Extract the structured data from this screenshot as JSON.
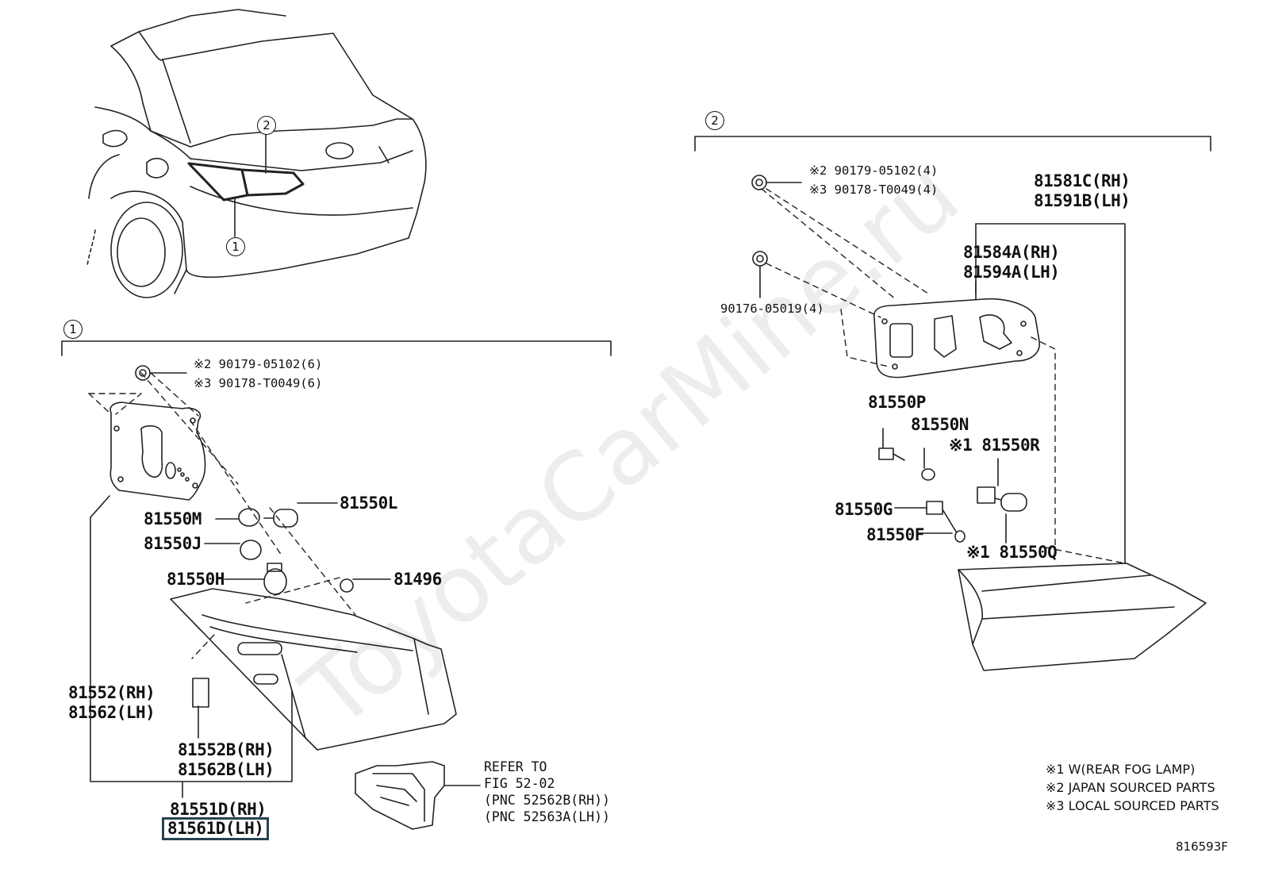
{
  "watermark": "ToyotaCarMine.ru",
  "callouts": {
    "overview_1": "1",
    "overview_2": "2",
    "section_1": "1",
    "section_2": "2"
  },
  "section1": {
    "screw_note_jp": "※2 90179-05102(6)",
    "screw_note_local": "※3 90178-T0049(6)",
    "p_81550L": "81550L",
    "p_81550M": "81550M",
    "p_81550J": "81550J",
    "p_81550H": "81550H",
    "p_81496": "81496",
    "p_81552_rh": "81552(RH)",
    "p_81562_lh": "81562(LH)",
    "p_81552B_rh": "81552B(RH)",
    "p_81562B_lh": "81562B(LH)",
    "p_81551D_rh": "81551D(RH)",
    "p_81561D_lh": "81561D(LH)",
    "refer_lines": [
      "REFER TO",
      "FIG 52-02",
      "(PNC 52562B(RH))",
      "(PNC 52563A(LH))"
    ]
  },
  "section2": {
    "screw_note_jp": "※2 90179-05102(4)",
    "screw_note_local": "※3 90178-T0049(4)",
    "p_90176": "90176-05019(4)",
    "p_81581C_rh": "81581C(RH)",
    "p_81591B_lh": "81591B(LH)",
    "p_81584A_rh": "81584A(RH)",
    "p_81594A_lh": "81594A(LH)",
    "p_81550P": "81550P",
    "p_81550N": "81550N",
    "p_81550R": "※1 81550R",
    "p_81550G": "81550G",
    "p_81550F": "81550F",
    "p_81550Q": "※1 81550Q"
  },
  "legend": [
    "※1 W(REAR FOG LAMP)",
    "※2 JAPAN SOURCED PARTS",
    "※3 LOCAL SOURCED PARTS"
  ],
  "figure_number": "816593F"
}
